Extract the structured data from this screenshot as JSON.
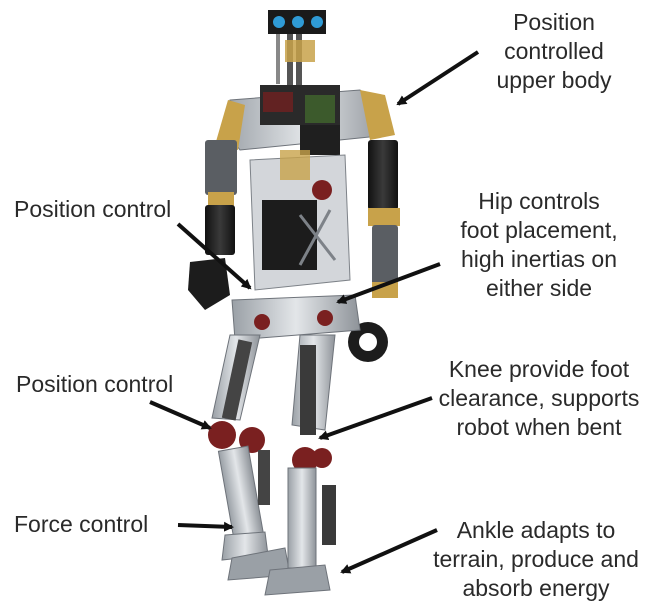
{
  "annotations": {
    "upper_body": "Position\ncontrolled\nupper body",
    "hip_left": "Position control",
    "hip_right": "Hip controls\nfoot placement,\nhigh inertias on\neither side",
    "knee_left": "Position control",
    "knee_right": "Knee provide foot\nclearance, supports\nrobot when bent",
    "ankle_left": "Force control",
    "ankle_right": "Ankle adapts to\nterrain, produce and\nabsorb energy"
  },
  "colors": {
    "text": "#2a2a2a",
    "arrow": "#111111",
    "metal": "#c9ccd0",
    "metal_dark": "#8e9399",
    "black_part": "#1c1c1c",
    "gold_part": "#c8a24a",
    "red_motor": "#7a2020",
    "camera_blue": "#2f9bd6"
  }
}
